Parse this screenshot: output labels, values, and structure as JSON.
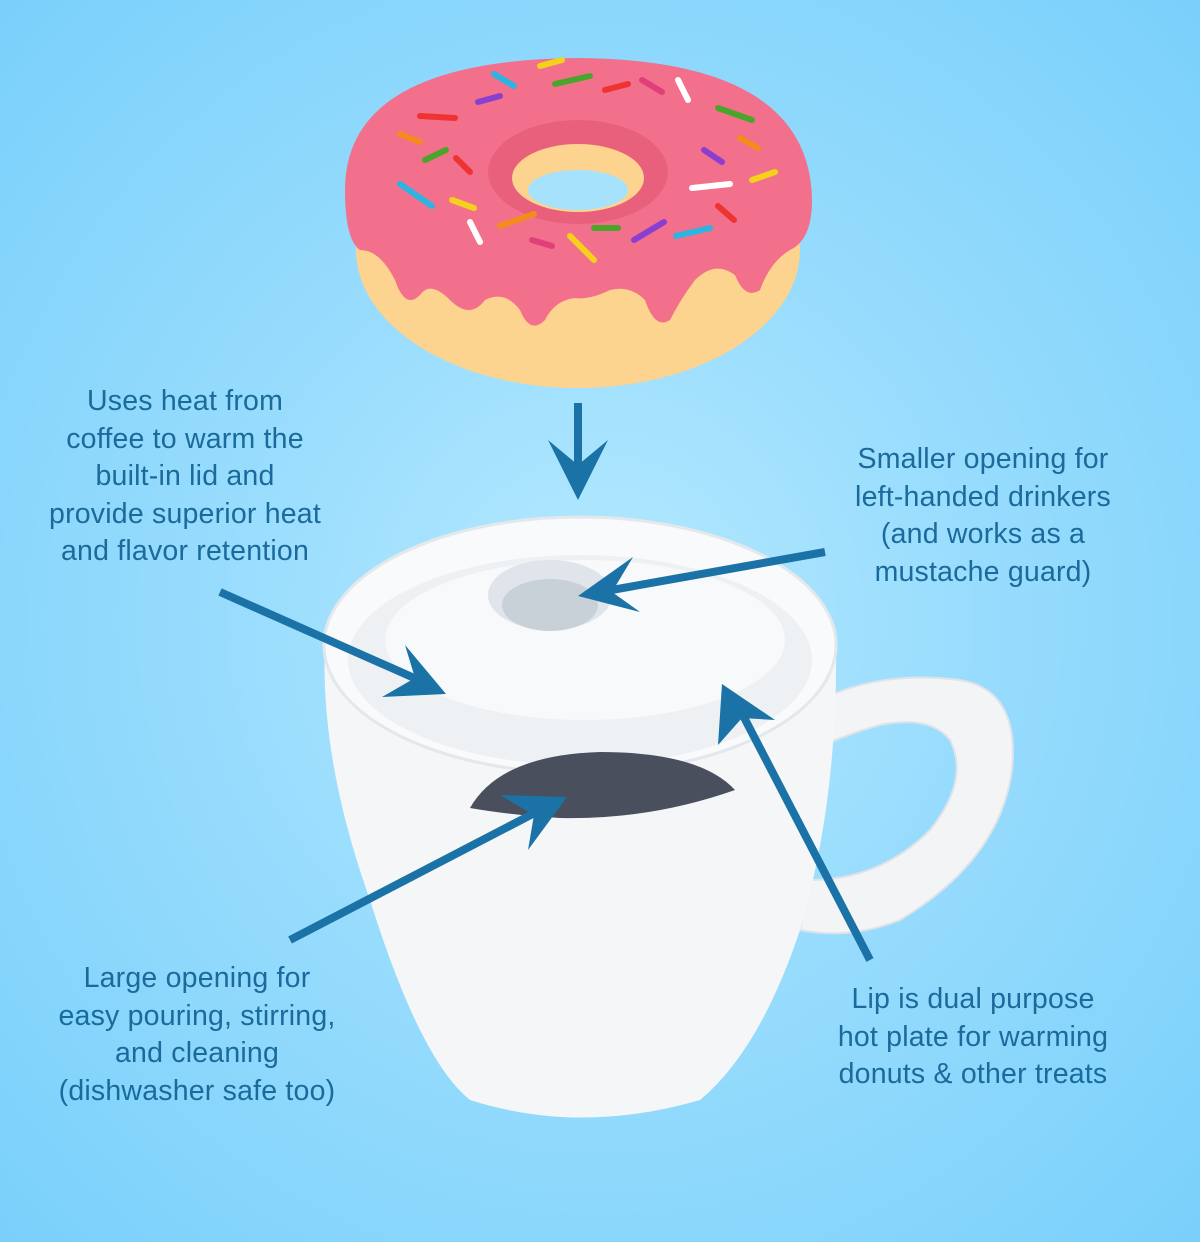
{
  "colors": {
    "text": "#1b6a9c",
    "arrow": "#1a72a6",
    "frosting": "#f3708c",
    "dough": "#fcd38f",
    "mug": "#f4f6f8",
    "coffee": "#4a4f5e"
  },
  "callouts": {
    "lid_heat": {
      "lines": [
        "Uses heat from",
        "coffee to warm the",
        "built-in lid and",
        "provide superior heat",
        "and flavor retention"
      ]
    },
    "small_opening": {
      "lines": [
        "Smaller opening for",
        "left-handed drinkers",
        "(and works as a",
        "mustache guard)"
      ]
    },
    "large_opening": {
      "lines": [
        "Large opening for",
        "easy pouring, stirring,",
        "and cleaning",
        "(dishwasher safe too)"
      ]
    },
    "lip": {
      "lines": [
        "Lip is dual purpose",
        "hot plate for warming",
        "donuts & other treats"
      ]
    }
  }
}
